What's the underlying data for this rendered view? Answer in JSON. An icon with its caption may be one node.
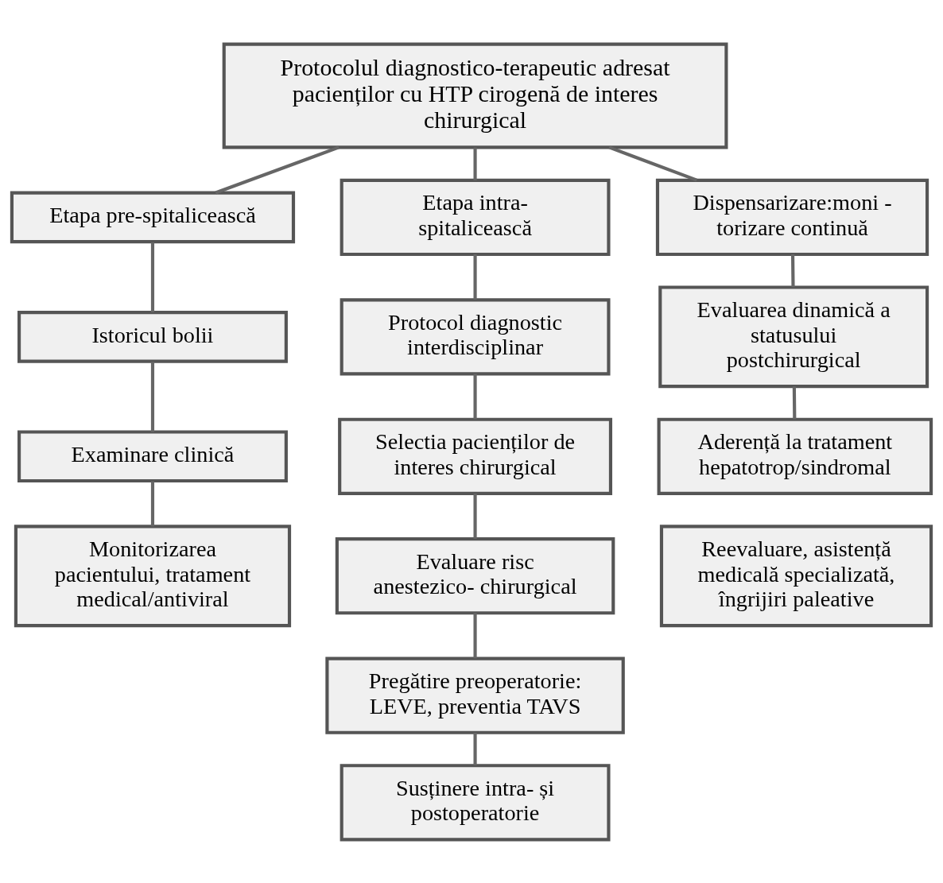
{
  "diagram": {
    "nodes": [
      {
        "text": [
          "Protocolul diagnostico-terapeutic adresat pacienților cu HTP cirogenă de interes chirurgical"
        ]
      },
      {
        "text": [
          "Etapa pre-spitalicească"
        ]
      },
      {
        "text": [
          "Etapa intra- spitalicească"
        ]
      },
      {
        "text": [
          "Dispensarizare:moni - torizare continuă"
        ]
      },
      {
        "text": [
          "Istoricul bolii"
        ]
      },
      {
        "text": [
          "Examinare clinică"
        ]
      },
      {
        "text": [
          "Monitorizarea pacientului, tratament medical/antiviral"
        ]
      },
      {
        "text": [
          "Protocol diagnostic interdisciplinar"
        ]
      },
      {
        "text": [
          "Selectia pacienților de interes chirurgical"
        ]
      },
      {
        "text": [
          "Evaluare risc anestezico- chirurgical"
        ]
      },
      {
        "text": [
          "Pregătire preoperatorie: LEVE, preventia TAVS"
        ]
      },
      {
        "text": [
          "Susținere intra- și postoperatorie"
        ]
      },
      {
        "text": [
          "Evaluarea dinamică a statusului postchirurgical"
        ]
      },
      {
        "text": [
          "Aderență la tratament hepatotrop/sindromal"
        ]
      },
      {
        "text": [
          "Reevaluare, asistență medicală specializată, îngrijiri paleative"
        ]
      }
    ],
    "edges": [
      {
        "from": 0,
        "to": 1,
        "arrow": "none"
      },
      {
        "from": 0,
        "to": 2,
        "arrow": "none"
      },
      {
        "from": 0,
        "to": 3,
        "arrow": "none"
      },
      {
        "from": 1,
        "to": 4,
        "arrow": "none"
      },
      {
        "from": 4,
        "to": 5,
        "arrow": "none"
      },
      {
        "from": 5,
        "to": 6,
        "arrow": "none"
      },
      {
        "from": 2,
        "to": 7,
        "arrow": "none"
      },
      {
        "from": 7,
        "to": 8,
        "arrow": "none"
      },
      {
        "from": 8,
        "to": 9,
        "arrow": "none"
      },
      {
        "from": 9,
        "to": 10,
        "arrow": "none"
      },
      {
        "from": 10,
        "to": 11,
        "arrow": "none"
      },
      {
        "from": 3,
        "to": 12,
        "arrow": "none"
      },
      {
        "from": 12,
        "to": 13,
        "arrow": "none"
      }
    ]
  }
}
